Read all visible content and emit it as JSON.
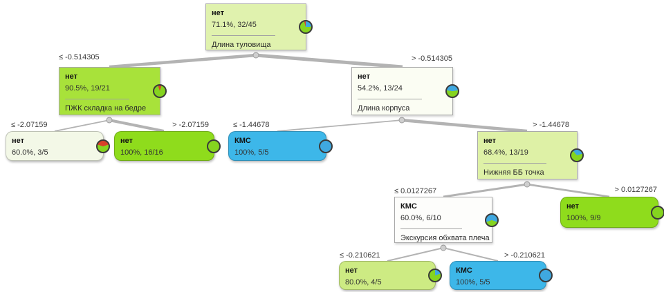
{
  "pie_colors": {
    "green": "#85d41f",
    "blue": "#3fa8e0",
    "red": "#d8402a"
  },
  "nodes": [
    {
      "label": "нет",
      "stat": "71.1%, 32/45",
      "attribute": "Длина туловища",
      "bg": "#e0f2ae",
      "pie": {
        "from": 344,
        "slices": [
          {
            "color": "red",
            "pct": 4.4
          },
          {
            "color": "blue",
            "pct": 24.4
          },
          {
            "color": "green",
            "pct": 71.2
          }
        ]
      }
    },
    {
      "label": "нет",
      "stat": "90.5%, 19/21",
      "attribute": "ПЖК складка на бедре",
      "bg": "#a8e23a",
      "pie": {
        "from": 343,
        "slices": [
          {
            "color": "red",
            "pct": 9.5
          },
          {
            "color": "green",
            "pct": 90.5
          }
        ]
      }
    },
    {
      "label": "нет",
      "stat": "54.2%, 13/24",
      "attribute": "Длина корпуса",
      "bg": "#fbfdf3",
      "pie": {
        "from": 278,
        "slices": [
          {
            "color": "blue",
            "pct": 45.8
          },
          {
            "color": "green",
            "pct": 54.2
          }
        ]
      }
    },
    {
      "label": "нет",
      "stat": "60.0%, 3/5",
      "attribute": null,
      "bg": "#f3f8e7",
      "pie": {
        "from": 288,
        "slices": [
          {
            "color": "red",
            "pct": 40
          },
          {
            "color": "green",
            "pct": 60
          }
        ]
      }
    },
    {
      "label": "нет",
      "stat": "100%, 16/16",
      "attribute": null,
      "bg": "#8fdc1c",
      "pie": {
        "from": 0,
        "slices": [
          {
            "color": "green",
            "pct": 100
          }
        ]
      }
    },
    {
      "label": "КМС",
      "stat": "100%, 5/5",
      "attribute": null,
      "bg": "#3db7e9",
      "pie": {
        "from": 0,
        "slices": [
          {
            "color": "blue",
            "pct": 100
          }
        ]
      }
    },
    {
      "label": "нет",
      "stat": "68.4%, 13/19",
      "attribute": "Нижняя ББ точка",
      "bg": "#def1a6",
      "pie": {
        "from": 320,
        "slices": [
          {
            "color": "blue",
            "pct": 31.6
          },
          {
            "color": "green",
            "pct": 68.4
          }
        ]
      }
    },
    {
      "label": "КМС",
      "stat": "60.0%, 6/10",
      "attribute": "Экскурсия обхвата плеча",
      "bg": "#fdfdfb",
      "pie": {
        "from": 252,
        "slices": [
          {
            "color": "blue",
            "pct": 60
          },
          {
            "color": "green",
            "pct": 40
          }
        ]
      }
    },
    {
      "label": "нет",
      "stat": "100%, 9/9",
      "attribute": null,
      "bg": "#8fdc1c",
      "pie": {
        "from": 0,
        "slices": [
          {
            "color": "green",
            "pct": 100
          }
        ]
      }
    },
    {
      "label": "нет",
      "stat": "80.0%, 4/5",
      "attribute": null,
      "bg": "#cdeb83",
      "pie": {
        "from": 0,
        "slices": [
          {
            "color": "blue",
            "pct": 20
          },
          {
            "color": "green",
            "pct": 80
          }
        ]
      }
    },
    {
      "label": "КМС",
      "stat": "100%, 5/5",
      "attribute": null,
      "bg": "#3db7e9",
      "pie": {
        "from": 0,
        "slices": [
          {
            "color": "blue",
            "pct": 100
          }
        ]
      }
    }
  ],
  "edges": [
    {
      "label": "≤ -0.514305"
    },
    {
      "label": "> -0.514305"
    },
    {
      "label": "≤ -2.07159"
    },
    {
      "label": "> -2.07159"
    },
    {
      "label": "≤ -1.44678"
    },
    {
      "label": "> -1.44678"
    },
    {
      "label": "≤ 0.0127267"
    },
    {
      "label": "> 0.0127267"
    },
    {
      "label": "≤ -0.210621"
    },
    {
      "label": "> -0.210621"
    }
  ]
}
